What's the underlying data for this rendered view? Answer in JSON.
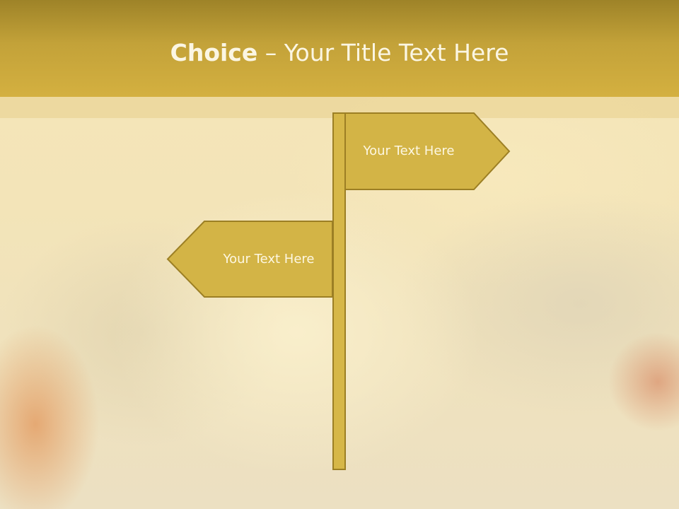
{
  "header": {
    "title_bold": "Choice",
    "title_dash": " – ",
    "title_rest": "Your Title Text Here"
  },
  "signpost": {
    "right_sign_text": "Your Text Here",
    "left_sign_text": "Your Text Here"
  },
  "colors": {
    "header": "#c9a83a",
    "sign_fill": "#d3b446",
    "sign_stroke": "#9c7f24",
    "text": "#fdf7e2"
  }
}
